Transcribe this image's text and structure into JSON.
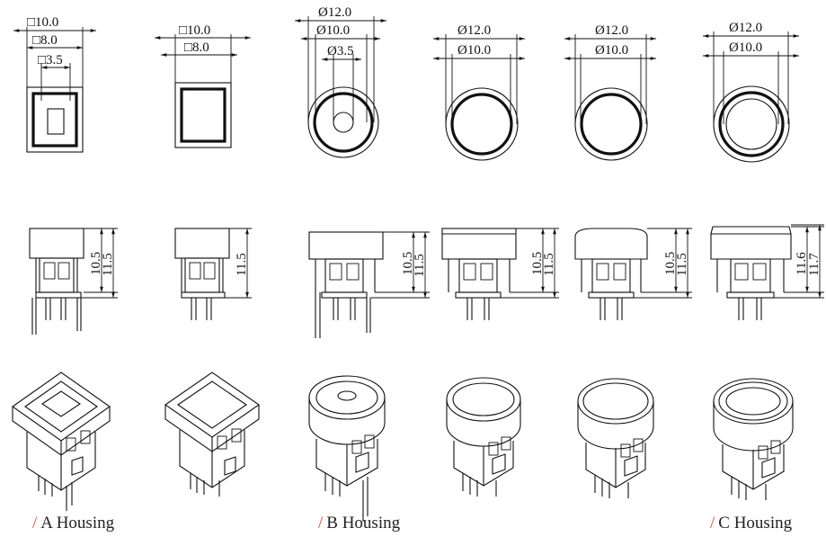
{
  "top_views": [
    {
      "dims": [
        "□10.0",
        "□8.0",
        "□3.5"
      ]
    },
    {
      "dims": [
        "□10.0",
        "□8.0"
      ]
    },
    {
      "dims": [
        "Ø12.0",
        "Ø10.0",
        "Ø3.5"
      ]
    },
    {
      "dims": [
        "Ø12.0",
        "Ø10.0"
      ]
    },
    {
      "dims": [
        "Ø12.0",
        "Ø10.0"
      ]
    },
    {
      "dims": [
        "Ø12.0",
        "Ø10.0"
      ]
    }
  ],
  "side_views": [
    {
      "heights": [
        "10.5",
        "11.5"
      ]
    },
    {
      "heights": [
        "11.5"
      ]
    },
    {
      "heights": [
        "10.5",
        "11.5"
      ]
    },
    {
      "heights": [
        "10.5",
        "11.5"
      ]
    },
    {
      "heights": [
        "10.5",
        "11.5"
      ]
    },
    {
      "heights": [
        "11.6",
        "11.7"
      ]
    }
  ],
  "captions": {
    "slash": "/",
    "a": "A Housing",
    "b": "B Housing",
    "c": "C Housing"
  },
  "colors": {
    "accent": "#e0482c",
    "line": "#111111"
  }
}
